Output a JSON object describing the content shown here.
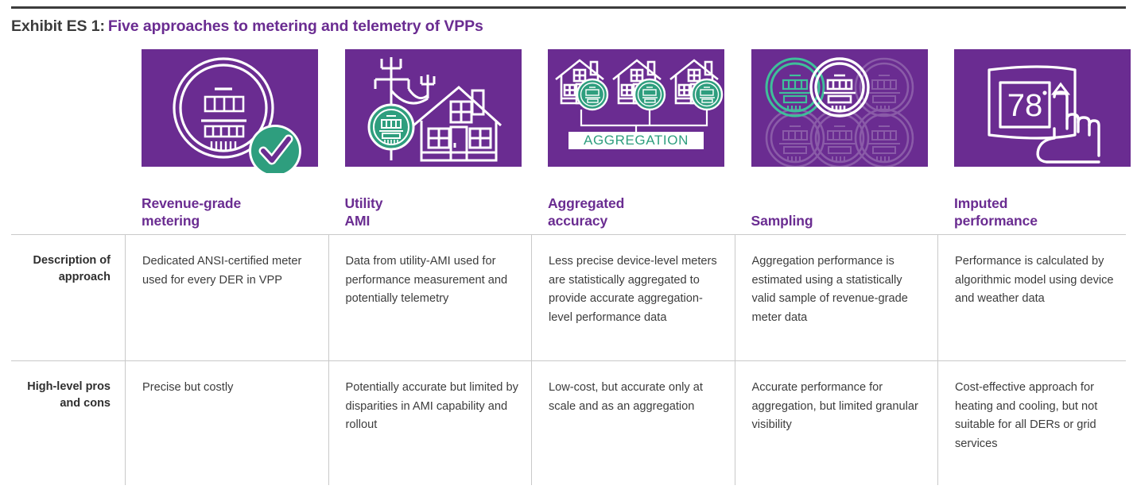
{
  "title": {
    "prefix": "Exhibit ES 1:",
    "main": "Five approaches to metering and telemetry of VPPs"
  },
  "colors": {
    "purple": "#6A2C91",
    "green": "#2E9E7E",
    "text_dark": "#3c3c3c",
    "rule": "#c9c9c9",
    "tile_bg": "#6A2C91"
  },
  "row_labels": {
    "description": "Description of approach",
    "description_line1": "Description of",
    "description_line2": "approach",
    "pros_cons_line1": "High-level pros",
    "pros_cons_line2": "and cons"
  },
  "columns": [
    {
      "id": "revenue-grade-metering",
      "icon_name": "revenue-grade-meter-check-icon",
      "heading_line1": "Revenue-grade",
      "heading_line2": "metering",
      "description": "Dedicated ANSI-certified meter used for every DER in VPP",
      "pros_cons": "Precise but costly"
    },
    {
      "id": "utility-ami",
      "icon_name": "utility-pole-house-meter-icon",
      "heading_line1": "Utility",
      "heading_line2": "AMI",
      "description": "Data from utility-AMI used for performance measurement and potentially telemetry",
      "pros_cons": "Potentially accurate but limited by disparities in AMI capability and rollout"
    },
    {
      "id": "aggregated-accuracy",
      "icon_name": "three-houses-aggregation-icon",
      "icon_label": "AGGREGATION",
      "heading_line1": "Aggregated",
      "heading_line2": "accuracy",
      "description": "Less precise device-level meters are statistically aggregated to provide accurate aggregation-level performance data",
      "pros_cons": "Low-cost, but accurate only at scale and as an aggregation"
    },
    {
      "id": "sampling",
      "icon_name": "meter-grid-sampling-icon",
      "heading_line1": "",
      "heading_line2": "Sampling",
      "description": "Aggregation performance is estimated using a statistically valid sample of revenue-grade meter data",
      "pros_cons": "Accurate performance for aggregation, but limited granular visibility"
    },
    {
      "id": "imputed-performance",
      "icon_name": "thermostat-hand-icon",
      "icon_label": "78",
      "heading_line1": "Imputed",
      "heading_line2": "performance",
      "description": "Performance is calculated by algorithmic model using device and weather data",
      "pros_cons": "Cost-effective approach for heating and cooling, but not suitable for all DERs or grid services"
    }
  ]
}
